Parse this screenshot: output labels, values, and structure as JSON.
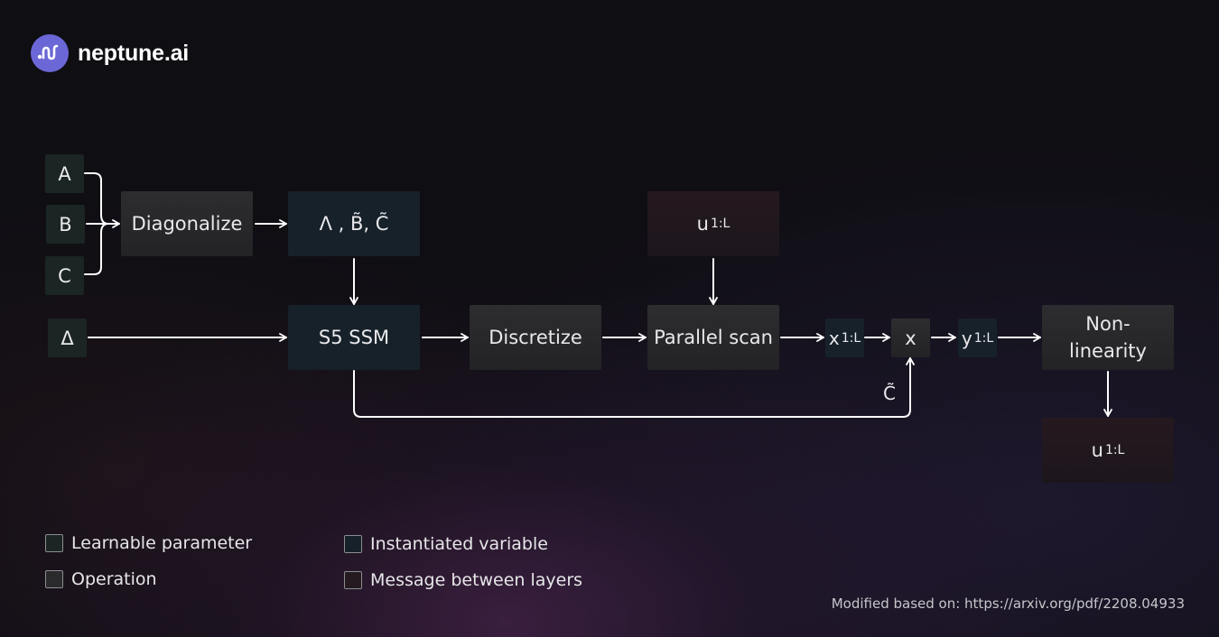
{
  "brand": {
    "name": "neptune.ai"
  },
  "nodes": {
    "A": "A",
    "B": "B",
    "C": "C",
    "delta": "Δ",
    "diagonalize": "Diagonalize",
    "lambda_b_c": "Λ , B̃, C̃",
    "s5_ssm": "S5 SSM",
    "discretize": "Discretize",
    "parallel_scan": "Parallel scan",
    "u_in": {
      "base": "u",
      "sub": "1:L"
    },
    "x_seq": {
      "base": "x",
      "sub": "1:L"
    },
    "mult": "x",
    "y_seq": {
      "base": "y",
      "sub": "1:L"
    },
    "nonlinearity": "Non-\nlinearity",
    "u_out": {
      "base": "u",
      "sub": "1:L"
    },
    "c_tilde_label": "C̃"
  },
  "legend": [
    {
      "label": "Learnable parameter"
    },
    {
      "label": "Operation"
    },
    {
      "label": "Instantiated variable"
    },
    {
      "label": "Message between layers"
    }
  ],
  "source": "Modified based on:  https://arxiv.org/pdf/2208.04933"
}
